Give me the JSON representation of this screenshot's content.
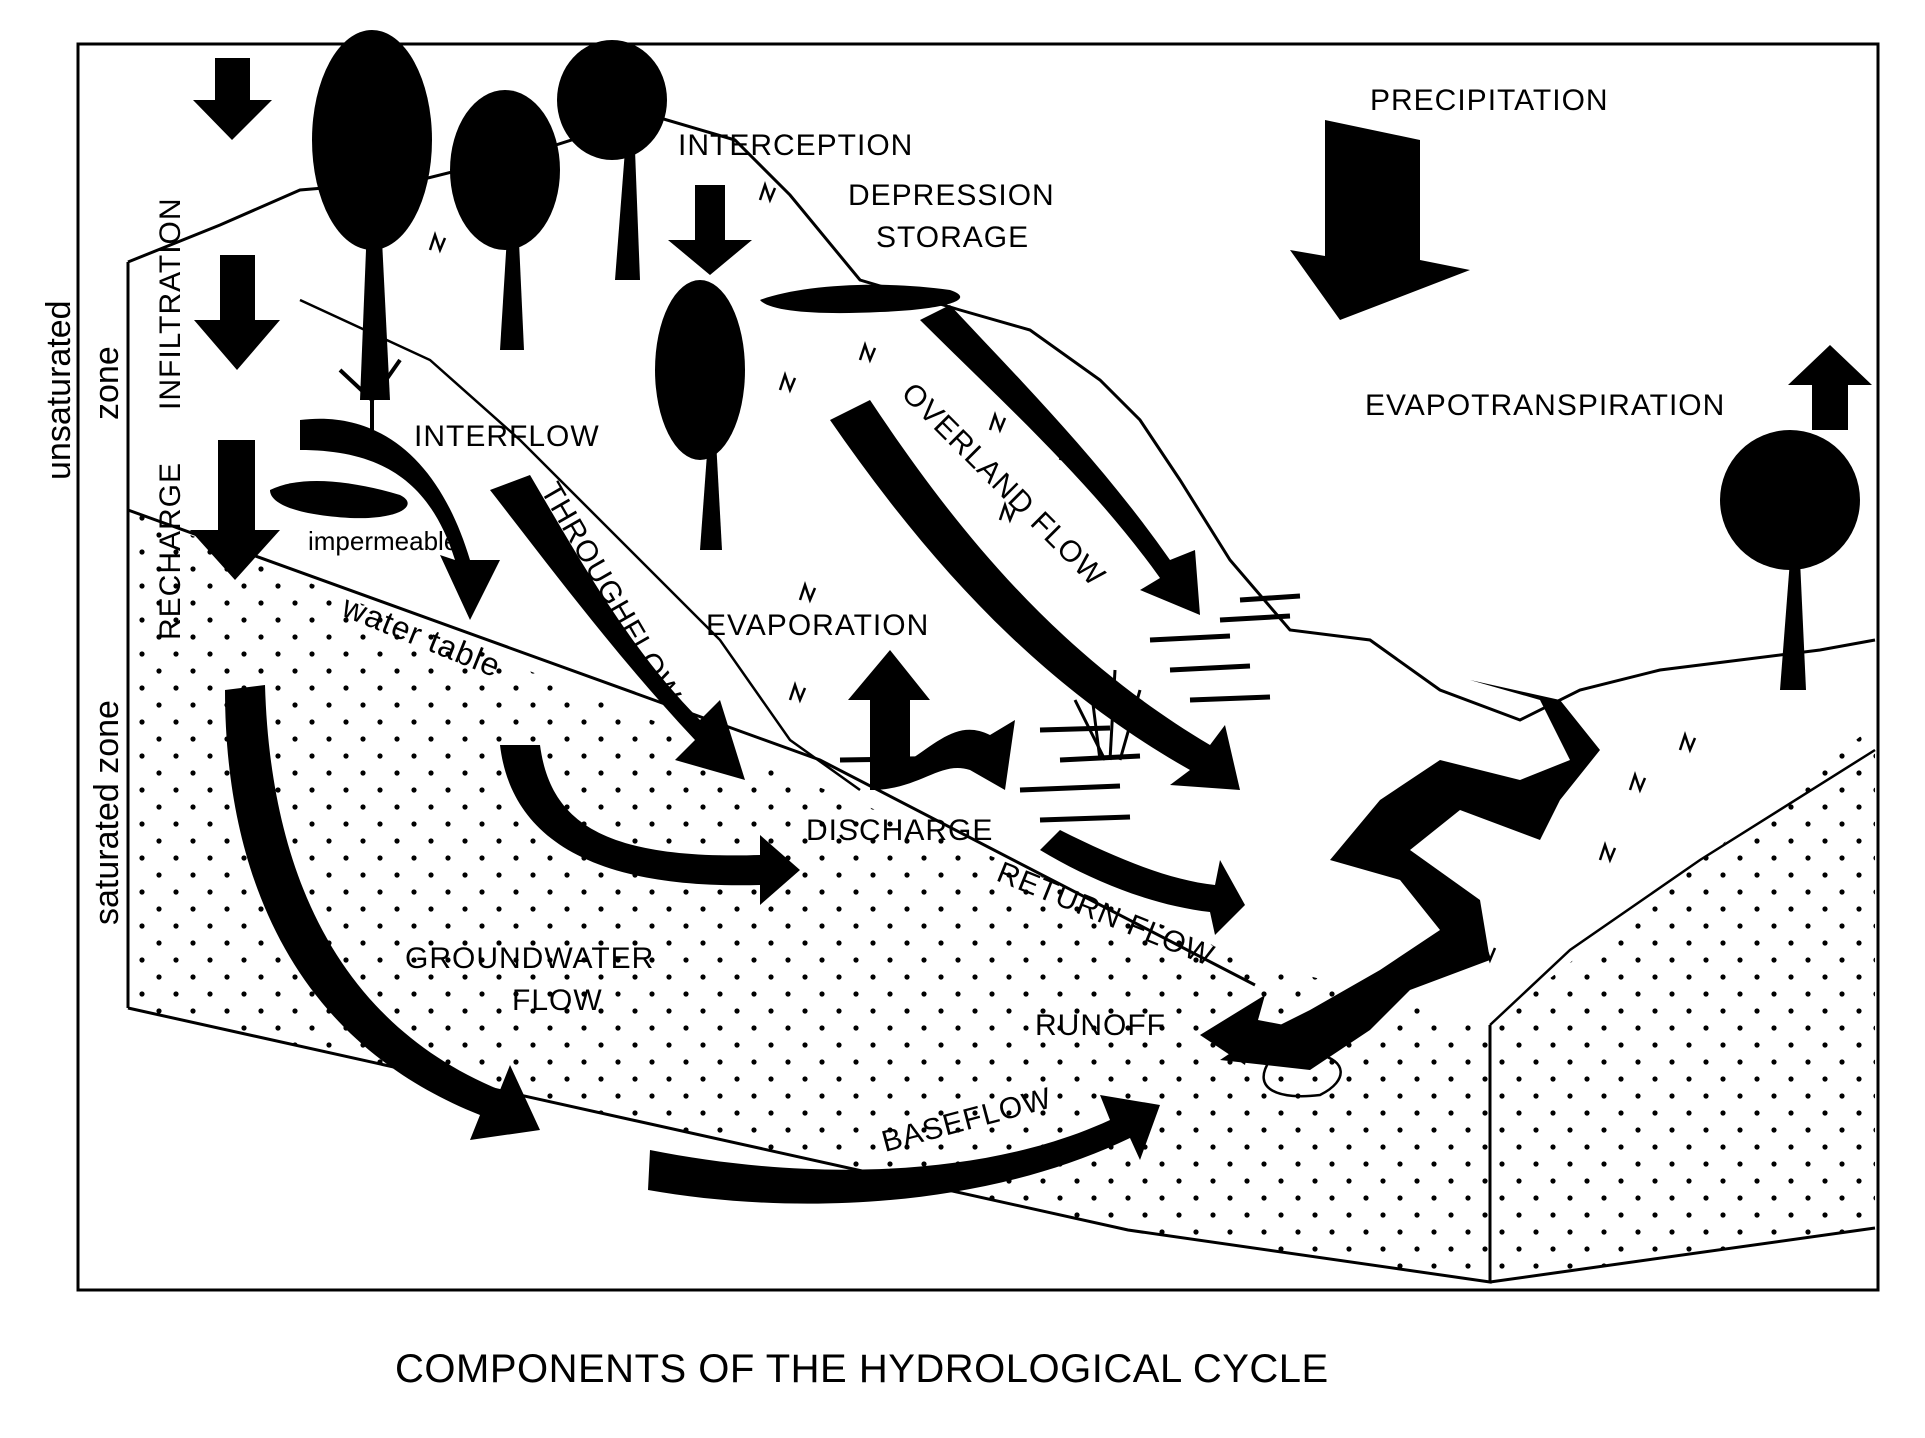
{
  "diagram": {
    "caption": "COMPONENTS OF THE HYDROLOGICAL CYCLE",
    "zone_labels": {
      "unsaturated_zone_line1": "unsaturated",
      "unsaturated_zone_line2": "zone",
      "saturated_zone": "saturated zone"
    },
    "process_labels": {
      "precipitation": "PRECIPITATION",
      "interception": "INTERCEPTION",
      "depression_storage_line1": "DEPRESSION",
      "depression_storage_line2": "STORAGE",
      "evapotranspiration": "EVAPOTRANSPIRATION",
      "infiltration": "INFILTRATION",
      "recharge": "RECHARGE",
      "interflow": "INTERFLOW",
      "impermeable": "impermeable",
      "throughflow": "THROUGHFLOW",
      "overland_flow": "OVERLAND FLOW",
      "evaporation": "EVAPORATION",
      "water_table": "water table",
      "discharge": "DISCHARGE",
      "return_flow": "RETURN FLOW",
      "groundwater_flow_line1": "GROUNDWATER",
      "groundwater_flow_line2": "FLOW",
      "runoff": "RUNOFF",
      "baseflow": "BASEFLOW"
    },
    "colors": {
      "ink": "#000000",
      "paper": "#ffffff"
    }
  }
}
